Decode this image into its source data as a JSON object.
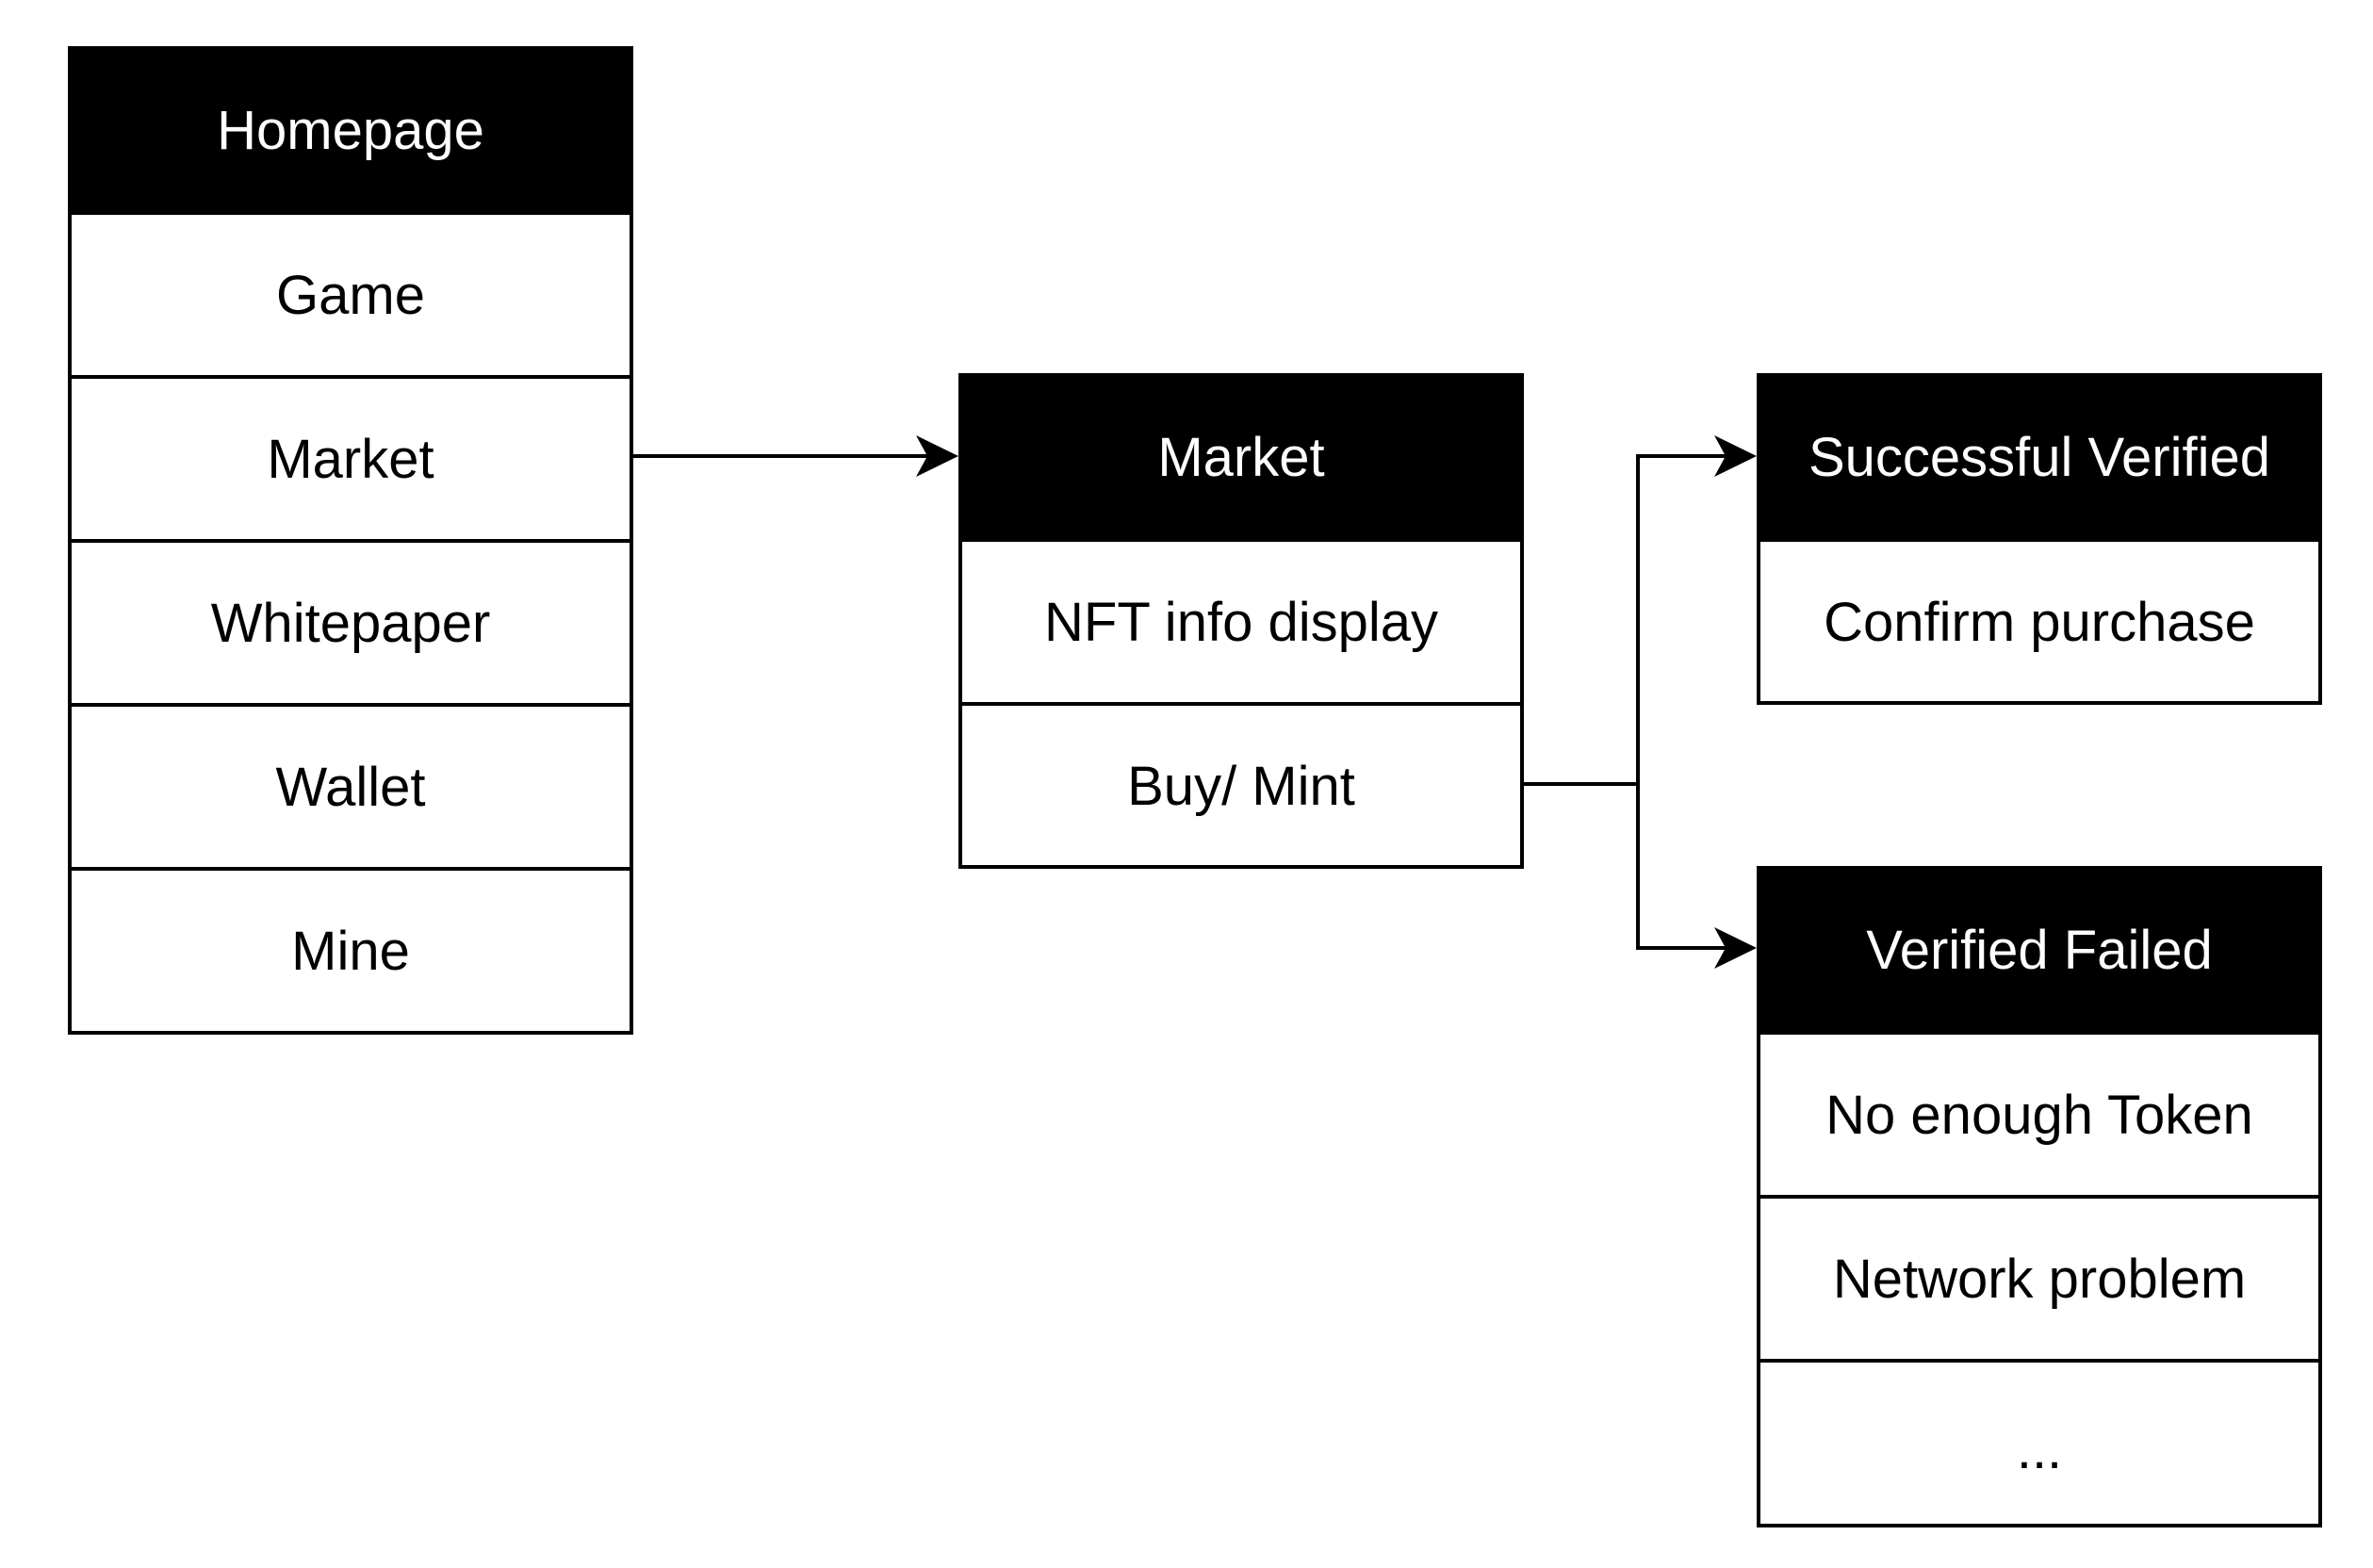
{
  "homepage": {
    "title": "Homepage",
    "items": [
      "Game",
      "Market",
      "Whitepaper",
      "Wallet",
      "Mine"
    ]
  },
  "market": {
    "title": "Market",
    "items": [
      "NFT info display",
      "Buy/ Mint"
    ]
  },
  "success": {
    "title": "Successful Verified",
    "items": [
      "Confirm purchase"
    ]
  },
  "failed": {
    "title": "Verified Failed",
    "items": [
      "No enough Token",
      "Network problem",
      "..."
    ]
  },
  "colors": {
    "header_bg": "#000000",
    "header_text": "#ffffff",
    "cell_bg": "#ffffff",
    "line": "#000000"
  }
}
